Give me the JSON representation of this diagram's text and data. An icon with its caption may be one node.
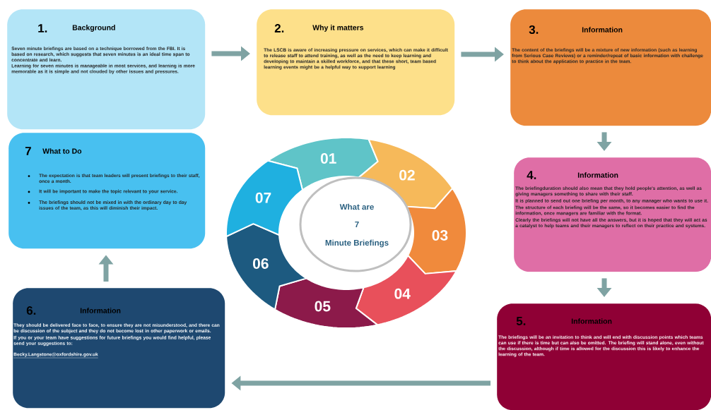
{
  "diagram": {
    "nodes": [
      {
        "text": [
          "1.",
          "Background",
          "Seven minute briefings are based on a technique borrowed from the FBI. It is based on research, which suggests that seven minutes is an ideal time span to concentrate and learn.",
          "Learning for seven minutes is manageable in most services, and learning is more memorable as it is simple and not clouded by other issues and pressures."
        ]
      },
      {
        "text": [
          "2.",
          "Why it matters",
          "The LSCB is aware of increasing pressure on services, which can make it difficult to release staff to attend training, as well as the need to keep learning and developing to maintain a skilled workforce, and that these short, team based learning events might be a helpful way to support learning"
        ]
      },
      {
        "text": [
          "3.",
          "Information",
          "The content of the briefings will be a mixture of new information (such as learning from Serious Case Reviews) or a reminder/repeat of basic information with challenge to think about the application to practice in the team."
        ]
      },
      {
        "text": [
          "4.",
          "Information",
          "The briefingduration should also mean that they hold people's attention, as well as giving managers something to share with their staff.",
          "It is planned to send out one briefing per month, to any manager who wants to use it.",
          "The structure of each briefing will be the same, so it becomes easier to find the information, once managers are familiar with the format.",
          "Clearly the briefings will not have all the answers, but it is hoped that they will act as a catalyst to help teams and their managers to reflect on their practice and systems."
        ]
      },
      {
        "text": [
          "5.",
          "Information",
          "The briefings will be an invitation to think and will end with discussion points which teams can use if there is time but can also be omitted. The briefing will stand alone, even without the discussion, although if time is allowed for the discussion this is likely to enhance the learning of the team."
        ]
      },
      {
        "text": [
          "6.",
          "Information",
          "They should be delivered face to face, to ensure they are not misunderstood, and there can be discussion of the subject and they do not become lost in other paperwork or emails.",
          "If you or your team have suggestions for future briefings you would find helpful, please send your suggestions to:",
          "Becky.Langstone@oxfordshire.gov.uk"
        ]
      },
      {
        "text": [
          "7",
          "What to Do",
          "The expectation is that team leaders will present briefings to their staff, once a month.",
          "It will be important to make the topic relevant to your service.",
          "The briefings should not be mixed in with the ordinary day to day issues of the team, as this will diminish their impact."
        ]
      },
      {
        "text": [
          "What are",
          "7",
          "Minute Briefings"
        ]
      },
      {
        "text": [
          "01"
        ]
      },
      {
        "text": [
          "02"
        ]
      },
      {
        "text": [
          "03"
        ]
      },
      {
        "text": [
          "04"
        ]
      },
      {
        "text": [
          "05"
        ]
      },
      {
        "text": [
          "06"
        ]
      },
      {
        "text": [
          "07"
        ]
      }
    ],
    "edges": [
      {
        "from": 0,
        "to": 1,
        "arrow": "to"
      },
      {
        "from": 1,
        "to": 2,
        "arrow": "to"
      },
      {
        "from": 2,
        "to": 3,
        "arrow": "to"
      },
      {
        "from": 3,
        "to": 4,
        "arrow": "to"
      },
      {
        "from": 4,
        "to": 5,
        "arrow": "to"
      },
      {
        "from": 5,
        "to": 6,
        "arrow": "to"
      }
    ]
  }
}
